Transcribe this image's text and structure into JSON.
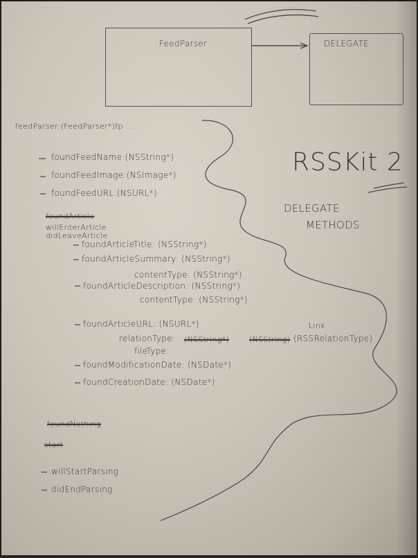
{
  "diagram": {
    "left_box_label": "FeedParser",
    "right_box_label": "DELEGATE"
  },
  "title": {
    "main": "RSSKit 2",
    "sub_line1": "DELEGATE",
    "sub_line2": "METHODS"
  },
  "header_line": "feedParser:(FeedParser*)fp ...",
  "methods": [
    "foundFeedName:(NSString*)",
    "foundFeedImage:(NSImage*)",
    "foundFeedURL:(NSURL*)"
  ],
  "article_struck": "foundArticle",
  "article_block": {
    "will": "willEnterArticle",
    "did": "didLeaveArticle",
    "title": "foundArticleTitle: (NSString*)",
    "summary": "foundArticleSummary: (NSString*)",
    "summary_type": "contentType: (NSString*)",
    "description": "foundArticleDescription: (NSString*)",
    "description_type": "contentType: (NSString*)",
    "url": "foundArticleURL: (NSURL*)",
    "relation_label": "relationType:",
    "relation_struck1": "(NSString*)",
    "relation_struck2": "(NSString)",
    "relation_new": "(RSSRelationType)",
    "link_note": "Link",
    "filetype": "fileType:",
    "modification": "foundModificationDate: (NSDate*)",
    "creation": "foundCreationDate: (NSDate*)"
  },
  "footer": {
    "struck1": "foundNothing",
    "struck2": "start",
    "will_start": "willStartParsing",
    "did_end": "didEndParsing"
  }
}
